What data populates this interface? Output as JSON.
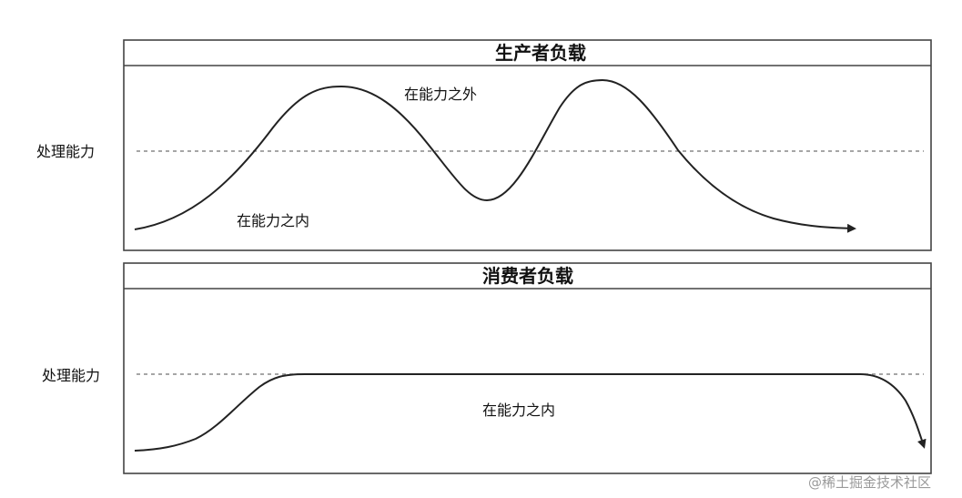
{
  "top_panel": {
    "title": "生产者负载",
    "capacity_label": "处理能力",
    "above_label": "在能力之外",
    "below_label": "在能力之内"
  },
  "bottom_panel": {
    "title": "消费者负载",
    "capacity_label": "处理能力",
    "inside_label": "在能力之内"
  },
  "watermark": "@稀土掘金技术社区",
  "colors": {
    "line": "#222222",
    "border": "#444444",
    "dashed": "#888888",
    "watermark": "#9a9a9a"
  }
}
